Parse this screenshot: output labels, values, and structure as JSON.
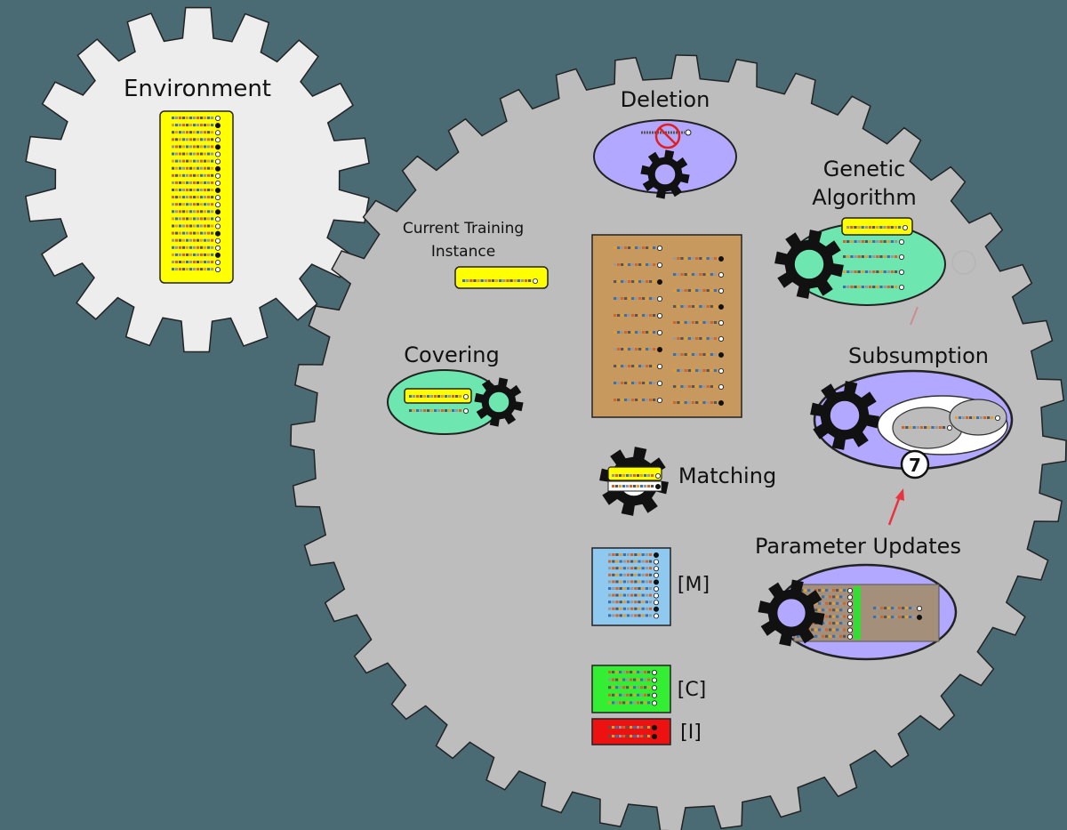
{
  "colors": {
    "background": "#4a6b73",
    "big_gear": "#bdbdbd",
    "env_gear": "#ededed",
    "yellow": "#ffff00",
    "green_oval": "#6ee6b0",
    "purple_oval": "#b3a8ff",
    "brown_box": "#c8995f",
    "match_set": "#8fc9ef",
    "correct_set": "#33ee33",
    "incorrect_set": "#ee1111",
    "arrow_red": "#e8343f"
  },
  "environment": {
    "title": "Environment"
  },
  "training_instance": {
    "label_line1": "Current Training",
    "label_line2": "Instance"
  },
  "deletion": {
    "title": "Deletion"
  },
  "genetic_algorithm": {
    "title_line1": "Genetic",
    "title_line2": "Algorithm"
  },
  "covering": {
    "title": "Covering"
  },
  "subsumption": {
    "title": "Subsumption"
  },
  "matching": {
    "title": "Matching"
  },
  "parameter_updates": {
    "title": "Parameter Updates"
  },
  "step_badge": {
    "number": "7"
  },
  "sets": {
    "match_label": "[M]",
    "correct_label": "[C]",
    "incorrect_label": "[I]"
  },
  "icons": [
    "gear-icon",
    "no-symbol-icon",
    "arrow-icon"
  ]
}
